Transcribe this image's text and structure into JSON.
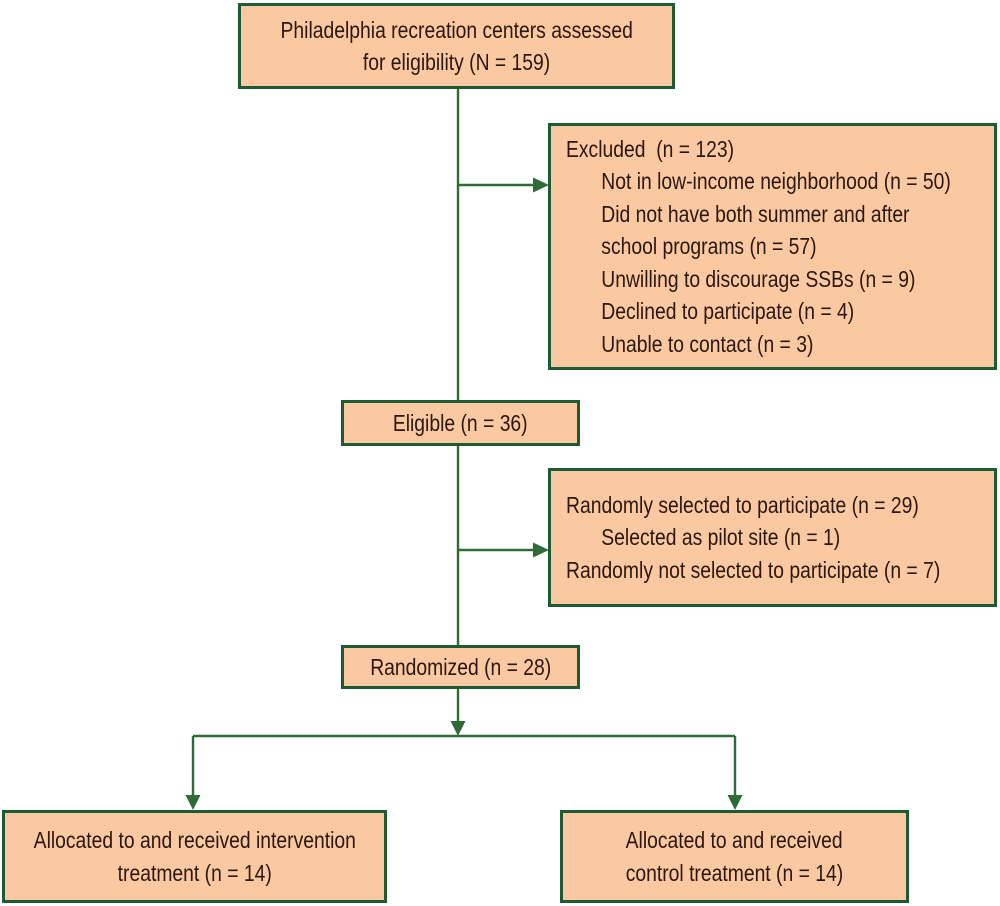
{
  "diagram_type": "consort-flowchart",
  "colors": {
    "box_fill": "#FBC9A1",
    "box_border": "#1F5B32",
    "connector": "#2E6B38",
    "text": "#2B1710"
  },
  "boxes": {
    "assessed": {
      "lines": [
        "Philadelphia recreation centers assessed",
        "for eligibility (N = 159)"
      ]
    },
    "excluded": {
      "lines": [
        {
          "text": "Excluded  (n = 123)"
        },
        {
          "text": "Not in low-income neighborhood (n = 50)"
        },
        {
          "text": "Did not have both summer and after"
        },
        {
          "text": "school programs (n = 57)"
        },
        {
          "text": "Unwilling to discourage SSBs (n = 9)"
        },
        {
          "text": "Declined to participate (n = 4)"
        },
        {
          "text": "Unable to contact (n = 3)"
        }
      ]
    },
    "eligible": {
      "label": "Eligible (n = 36)"
    },
    "random_selection": {
      "lines": [
        {
          "text": "Randomly selected to participate (n = 29)"
        },
        {
          "text": "Selected as pilot site (n = 1)"
        },
        {
          "text": "Randomly not selected to participate (n = 7)"
        }
      ]
    },
    "randomized": {
      "label": "Randomized (n = 28)"
    },
    "intervention": {
      "lines": [
        "Allocated to and received intervention",
        "treatment (n = 14)"
      ]
    },
    "control": {
      "lines": [
        "Allocated to and received",
        "control treatment (n = 14)"
      ]
    }
  }
}
